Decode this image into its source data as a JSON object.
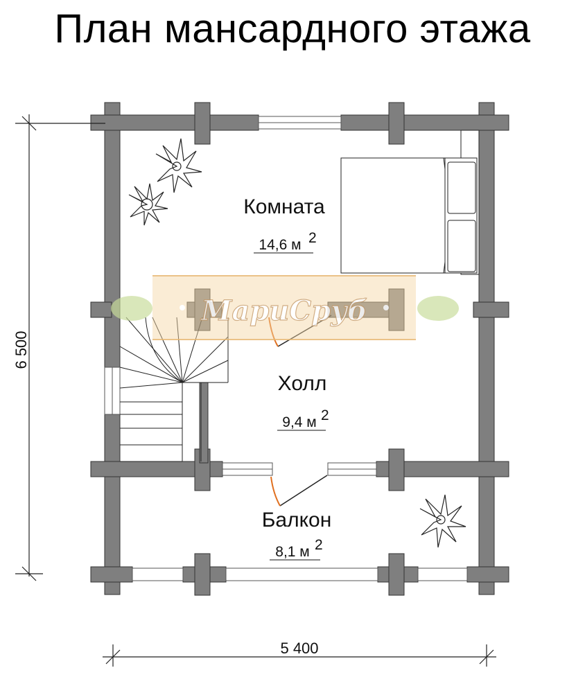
{
  "title": "План мансардного этажа",
  "rooms": [
    {
      "name": "Комната",
      "area_value": "14,6 м",
      "area_sup": "2"
    },
    {
      "name": "Холл",
      "area_value": "9,4 м",
      "area_sup": "2"
    },
    {
      "name": "Балкон",
      "area_value": "8,1 м",
      "area_sup": "2"
    }
  ],
  "dimensions": {
    "width": "5 400",
    "height": "6 500"
  },
  "watermark": {
    "text": "МариСруб"
  },
  "colors": {
    "wall": "#7f7f7f",
    "door_arc": "#e07020",
    "watermark": "#f0c98a",
    "leaf": "#c8dc9a"
  }
}
